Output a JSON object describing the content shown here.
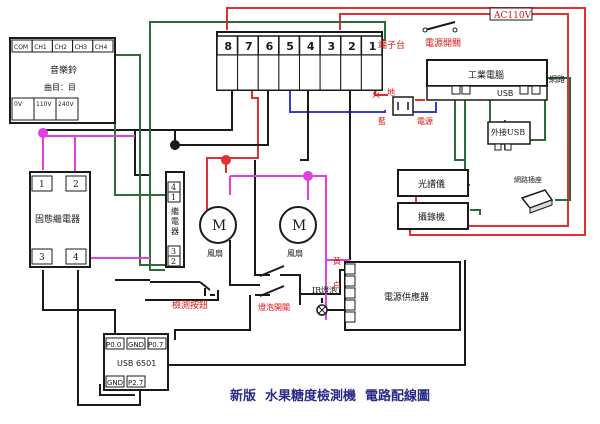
{
  "colors": {
    "wire_black": "#1a1a1a",
    "wire_red": "#e03030",
    "wire_blue": "#3a3adc",
    "wire_green": "#2e6b3a",
    "wire_magenta": "#e040e0",
    "label_red": "#e01010",
    "box_fill": "#ffffff",
    "bg": "#ffffff"
  },
  "title": "新版  水果糖度檢測機  電路配線圖",
  "power": {
    "ac_label": "AC110V",
    "switch_label": "電源開關"
  },
  "terminal": {
    "numbers": [
      "8",
      "7",
      "6",
      "5",
      "4",
      "3",
      "2",
      "1"
    ],
    "label": "端子台"
  },
  "music": {
    "top_pins": [
      "COM",
      "CH1",
      "CH2",
      "CH3",
      "CH4"
    ],
    "title": "音樂鈴",
    "subtitle": "曲目：目",
    "bottom_pins": [
      "0V",
      "110V",
      "240V"
    ]
  },
  "relay_ss": {
    "label": "固態繼電器",
    "pins": [
      "1",
      "2",
      "3",
      "4"
    ]
  },
  "relay": {
    "label": "繼電器",
    "pins": [
      "4",
      "1",
      "3",
      "2"
    ]
  },
  "fans": [
    {
      "symbol": "M",
      "label": "風扇"
    },
    {
      "symbol": "M",
      "label": "風扇"
    }
  ],
  "pc": {
    "label": "工業電腦",
    "usb": "USB",
    "network": "網路"
  },
  "plug": {
    "fire": "火",
    "ground": "地",
    "blue": "藍",
    "power": "電源"
  },
  "spectrometer": {
    "label": "光譜儀"
  },
  "camera": {
    "label": "攝錄機"
  },
  "ext_usb": {
    "label": "外接USB"
  },
  "net_outlet": {
    "label": "網路插座"
  },
  "psu": {
    "label": "電源供應器",
    "wire_yellow": "黃",
    "wire_white": "白"
  },
  "detect_button": {
    "label": "檢測按鈕"
  },
  "lamp_switch": {
    "label": "燈泡開關"
  },
  "ir_lamp": {
    "label": "IR燈泡"
  },
  "usb6501": {
    "label": "USB 6501",
    "pins": [
      "P0.0",
      "GND",
      "P0.7",
      "GND",
      "P2.7"
    ]
  }
}
